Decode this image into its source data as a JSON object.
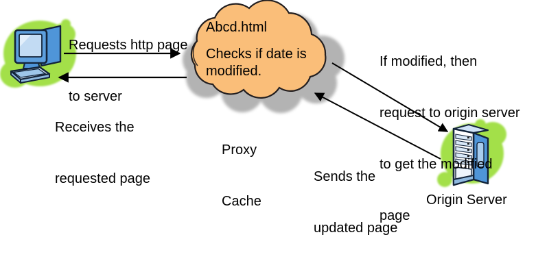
{
  "diagram": {
    "title": "Proxy Cache HTTP Request Flow",
    "nodes": [
      {
        "id": "client",
        "icon": "desktop-computer-icon",
        "label": ""
      },
      {
        "id": "proxy",
        "icon": "cloud-icon",
        "label": "Proxy\nCache"
      },
      {
        "id": "origin",
        "icon": "server-rack-icon",
        "label": "Origin Server"
      }
    ],
    "cloud": {
      "line1": "Abcd.html",
      "line2": "Checks if date is",
      "line3": "modified."
    },
    "labels": {
      "proxy_cache_l1": "Proxy",
      "proxy_cache_l2": "Cache",
      "origin_server": "Origin Server"
    },
    "edges": [
      {
        "id": "client-to-proxy",
        "from": "client",
        "to": "proxy",
        "direction": "right",
        "text_l1": "Requests http page",
        "text_l2": "to server"
      },
      {
        "id": "proxy-to-client",
        "from": "proxy",
        "to": "client",
        "direction": "left",
        "text_l1": "Receives the",
        "text_l2": "requested page"
      },
      {
        "id": "proxy-to-origin",
        "from": "proxy",
        "to": "origin",
        "direction": "down-right",
        "text_l1": "If modified, then",
        "text_l2": "request to origin server",
        "text_l3": "to get the modified",
        "text_l4": "page"
      },
      {
        "id": "origin-to-proxy",
        "from": "origin",
        "to": "proxy",
        "direction": "up-left",
        "text_l1": "Sends the",
        "text_l2": "updated page"
      }
    ],
    "colors": {
      "background": "#ffffff",
      "cloud_fill": "#fabe79",
      "cloud_stroke": "#231f20",
      "cloud_shadow": "#9a9a9a",
      "blob_green": "#a3e048",
      "monitor_blue": "#4f95d8",
      "screen_blue": "#bfd9f2",
      "server_blue": "#4f95d8",
      "server_face": "#ffffff",
      "outline": "#1a1a1a",
      "text": "#000000"
    }
  }
}
